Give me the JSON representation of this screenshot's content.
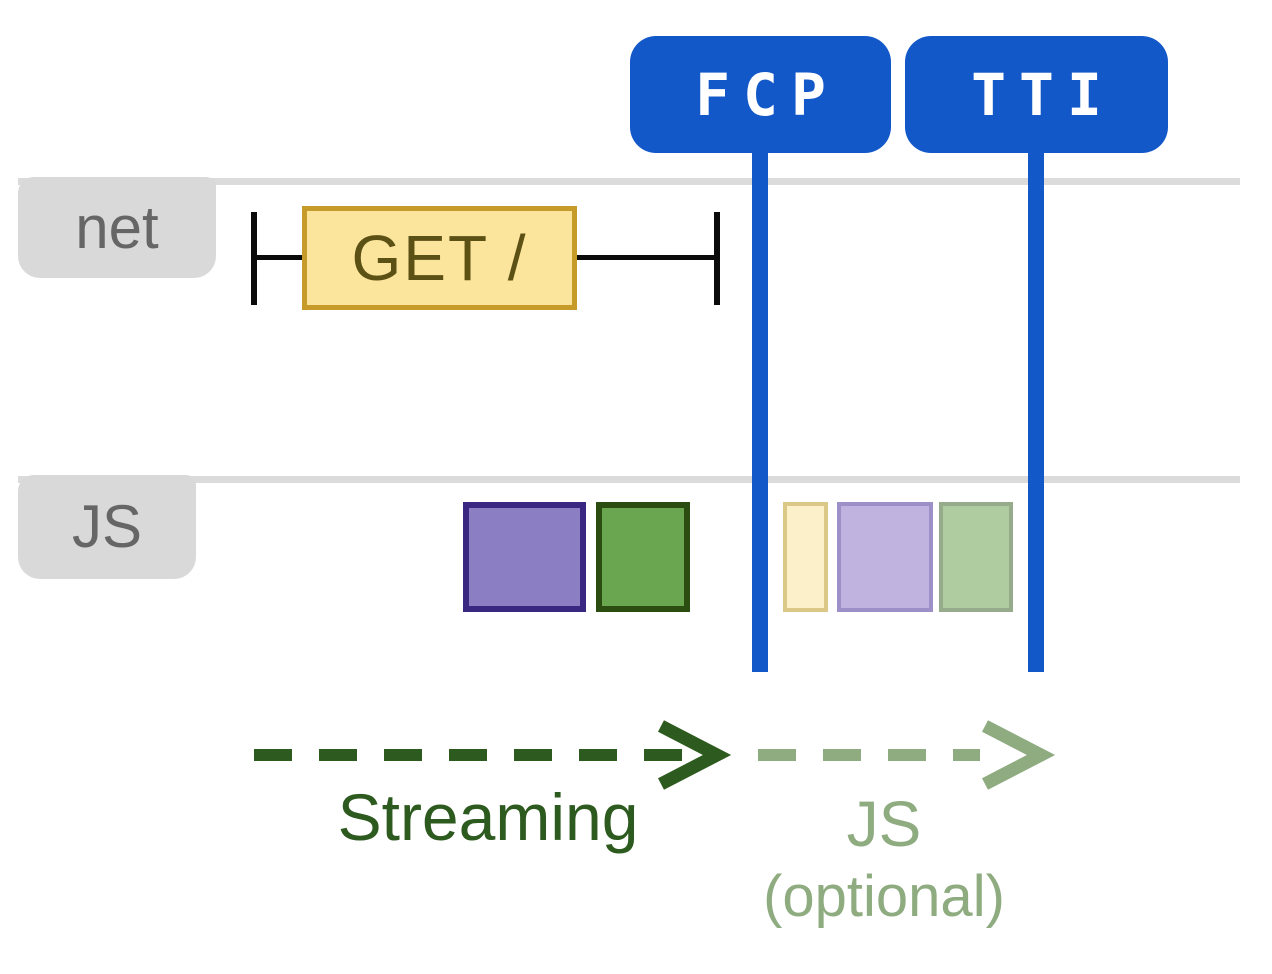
{
  "diagram": {
    "name": "streaming-server-rendering-timeline",
    "badges": [
      {
        "id": "fcp",
        "label": "FCP"
      },
      {
        "id": "tti",
        "label": "TTI"
      }
    ],
    "tracks": [
      {
        "id": "net",
        "label": "net",
        "request": {
          "label": "GET /"
        }
      },
      {
        "id": "js",
        "label": "JS",
        "tasks": [
          {
            "name": "js-task-purple",
            "phase": "before-fcp",
            "fill": "#8C7EC2",
            "border": "#3A2782"
          },
          {
            "name": "js-task-green",
            "phase": "before-fcp",
            "fill": "#6AA64F",
            "border": "#2B4D12"
          },
          {
            "name": "js-task-yellow-faded",
            "phase": "after-fcp",
            "fill": "#FBF0C9",
            "border": "#DBC887"
          },
          {
            "name": "js-task-purple-faded",
            "phase": "after-fcp",
            "fill": "#C0B3DF",
            "border": "#9D90C9"
          },
          {
            "name": "js-task-green-faded",
            "phase": "after-fcp",
            "fill": "#AFCBA0",
            "border": "#96AB8B"
          }
        ]
      }
    ],
    "arrows": [
      {
        "id": "streaming",
        "label": "Streaming"
      },
      {
        "id": "js-optional",
        "label": "JS",
        "sublabel": "(optional)"
      }
    ]
  },
  "colors": {
    "accent-blue": "#1358C9",
    "track-line": "#DBDBDB",
    "tab-bg": "#D9D9D9",
    "tab-text": "#666666",
    "request-fill": "#FBE49B",
    "request-border": "#C79B2A",
    "request-text": "#5C5114",
    "whisker-black": "#0B0B0B",
    "task1-fill": "#8C7EC2",
    "task1-border": "#3A2782",
    "task2-fill": "#6AA64F",
    "task2-border": "#2B4D12",
    "task3-fill": "#FBF0C9",
    "task3-border": "#DBC887",
    "task4-fill": "#C0B3DF",
    "task4-border": "#9D90C9",
    "task5-fill": "#AFCBA0",
    "task5-border": "#96AB8B",
    "streaming-green": "#2D5A1E",
    "optional-sage": "#8EAC80"
  }
}
